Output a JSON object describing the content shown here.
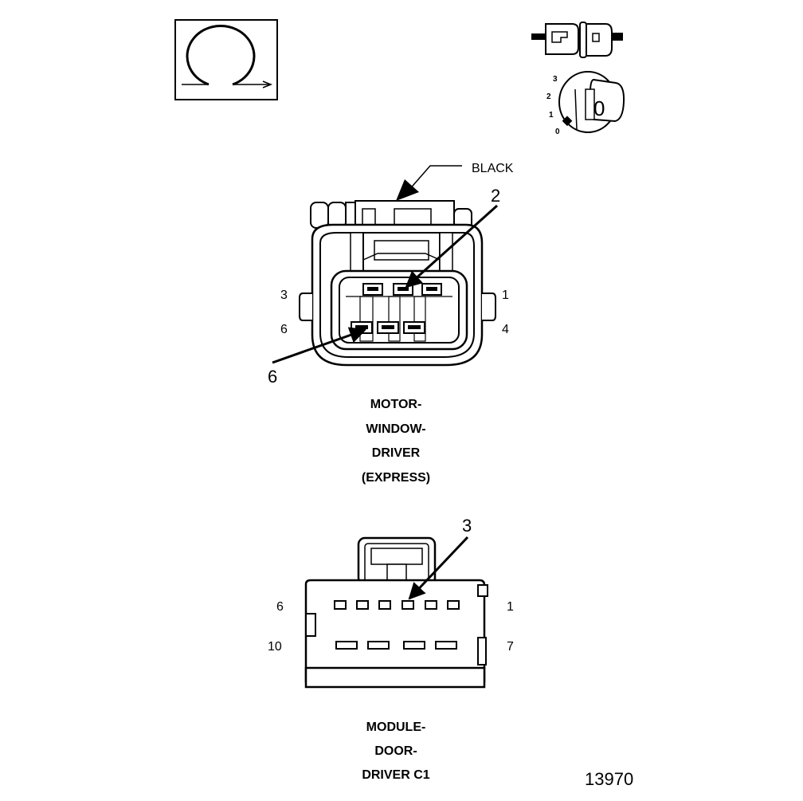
{
  "colors": {
    "ink": "#000000",
    "paper": "#ffffff",
    "shade": "#e6e6e6"
  },
  "icons": {
    "ohmmeter": "ohm-symbol-icon",
    "connector_plug": "connector-plug-icon",
    "ignition": "ignition-key-icon"
  },
  "ignition": {
    "positions": [
      "3",
      "2",
      "1",
      "0"
    ],
    "key_label": "0"
  },
  "motor_connector": {
    "color_label": "BLACK",
    "callout_top": "2",
    "callout_bottom": "6",
    "pin_labels": {
      "top_left": "3",
      "top_right": "1",
      "bottom_left": "6",
      "bottom_right": "4"
    },
    "title_lines": [
      "MOTOR-",
      "WINDOW-",
      "DRIVER",
      "(EXPRESS)"
    ]
  },
  "module_connector": {
    "callout": "3",
    "pin_labels": {
      "top_left": "6",
      "top_right": "1",
      "bottom_left": "10",
      "bottom_right": "7"
    },
    "title_lines": [
      "MODULE-",
      "DOOR-",
      "DRIVER C1"
    ]
  },
  "figure_number": "13970"
}
